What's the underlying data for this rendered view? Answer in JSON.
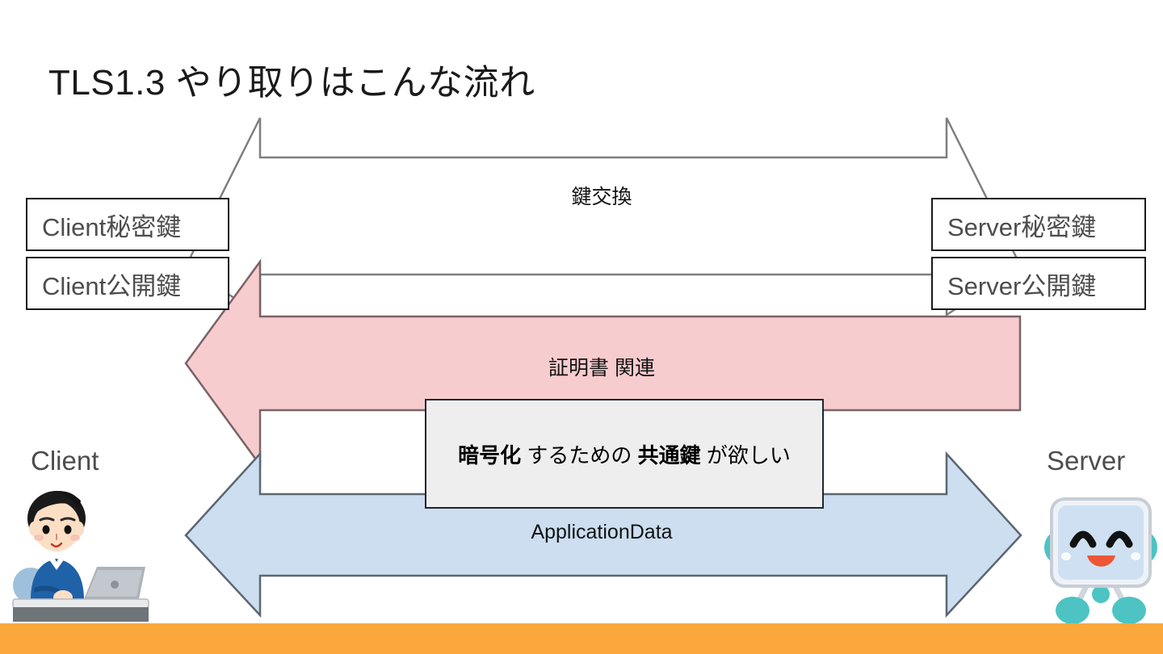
{
  "slide": {
    "title": "TLS1.3 やり取りはこんな流れ",
    "background_color": "#ffffff",
    "bottom_bar_color": "#fba73c"
  },
  "flows": [
    {
      "id": "key-exchange",
      "label": "鍵交換",
      "direction": "bidirectional",
      "fill": "#ffffff",
      "stroke": "#7f7f7f"
    },
    {
      "id": "certificate",
      "label": "証明書 関連",
      "direction": "server-to-client",
      "fill": "#f7ccce",
      "stroke": "#7a6365"
    },
    {
      "id": "application-data",
      "label": "ApplicationData",
      "direction": "bidirectional",
      "fill": "#ccdef0",
      "stroke": "#5b6770"
    }
  ],
  "key_boxes": {
    "client_secret": "Client秘密鍵",
    "client_public": "Client公開鍵",
    "server_secret": "Server秘密鍵",
    "server_public": "Server公開鍵"
  },
  "callout": {
    "part1": "暗号化",
    "part2": " するための ",
    "part3": "共通鍵",
    "part4": " が欲しい",
    "background": "#eeeeee",
    "border": "#1f2532"
  },
  "endpoints": {
    "client_caption": "Client",
    "server_caption": "Server",
    "client_illustration": "person-at-laptop-icon",
    "server_illustration": "smiling-robot-icon"
  }
}
